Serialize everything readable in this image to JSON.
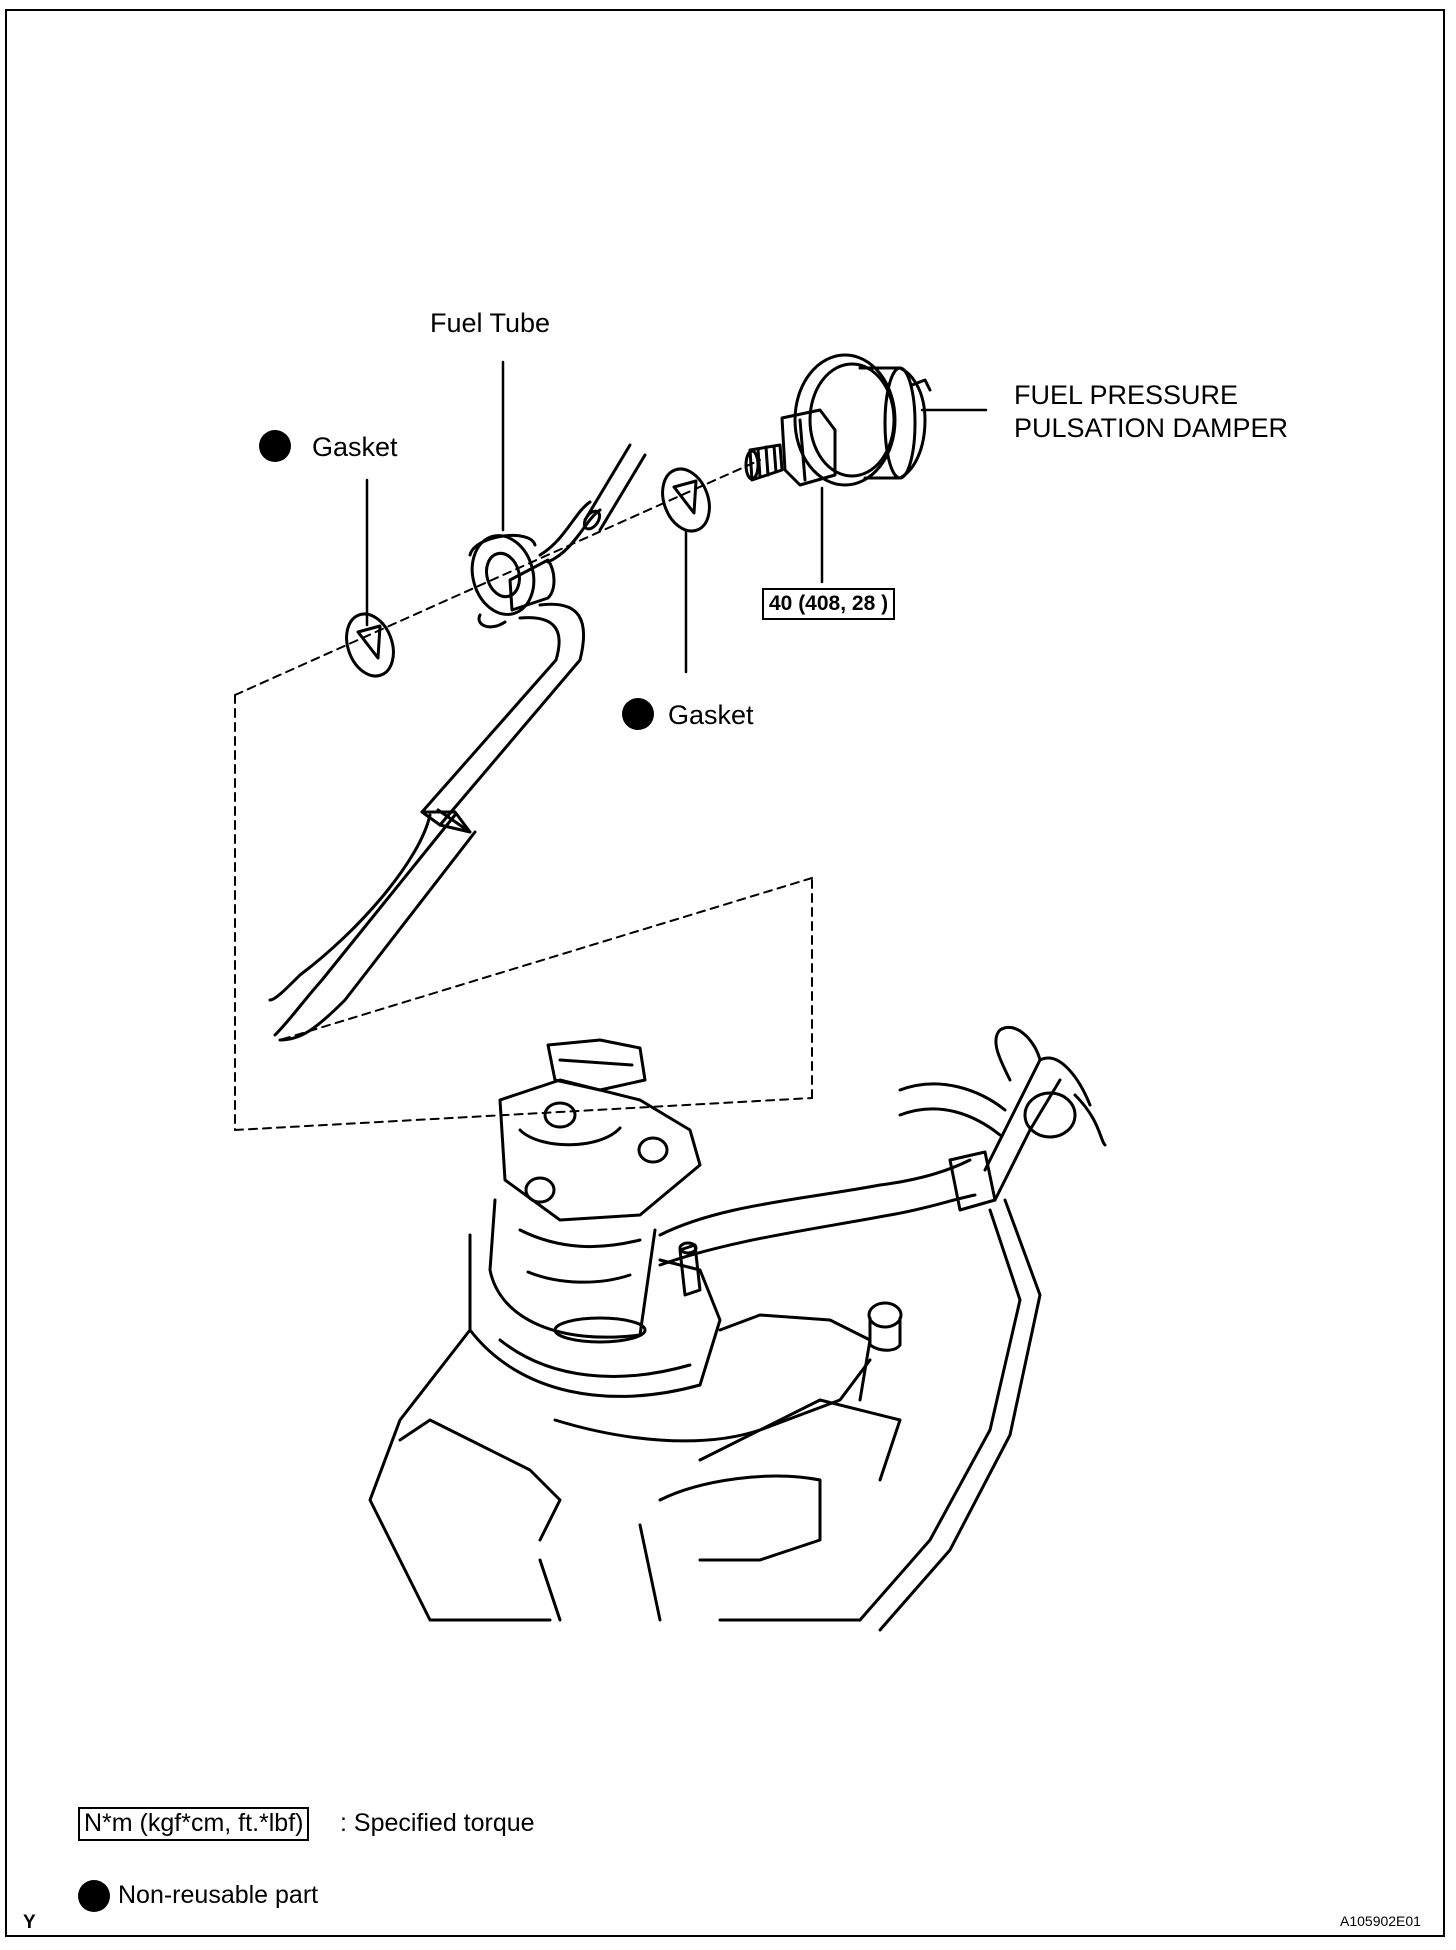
{
  "labels": {
    "fuel_tube": "Fuel Tube",
    "gasket_left": "Gasket",
    "gasket_right": "Gasket",
    "damper_line1": "FUEL PRESSURE",
    "damper_line2": "PULSATION DAMPER",
    "torque_value": "40 (408, 28 )"
  },
  "legend": {
    "torque_unit": "N*m (kgf*cm, ft.*lbf)",
    "torque_text": ": Specified torque",
    "nonreusable_text": "Non-reusable part"
  },
  "footer": {
    "code_left": "Y",
    "figure_id": "A105902E01"
  },
  "colors": {
    "line": "#000000",
    "background": "#ffffff"
  }
}
